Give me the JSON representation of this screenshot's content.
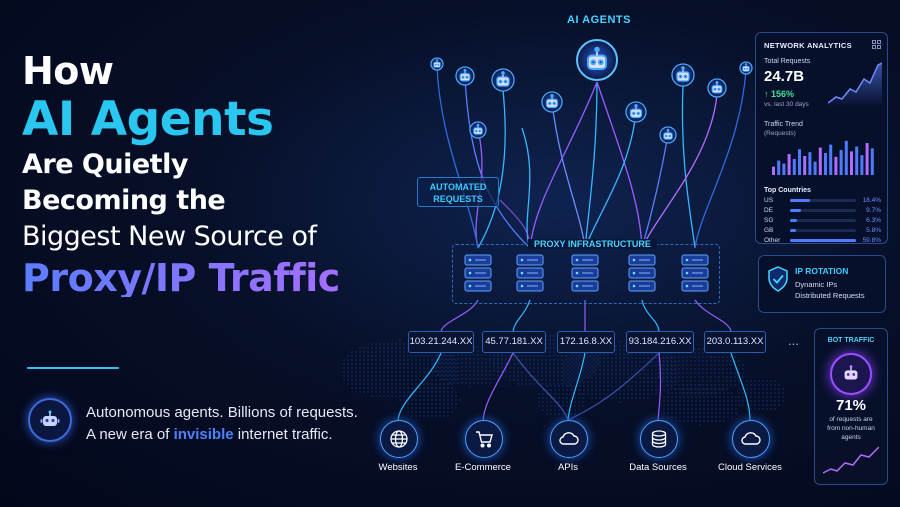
{
  "hero": {
    "line1": "How",
    "line2": "AI Agents",
    "line3": "Are Quietly",
    "line4": "Becoming the",
    "line5": "Biggest New Source of",
    "line6": "Proxy/IP Traffic"
  },
  "tagline": {
    "text1": "Autonomous agents. Billions of requests.",
    "text2_before": "A new era of ",
    "text2_highlight": "invisible",
    "text2_after": " internet traffic.",
    "icon": "robot-icon"
  },
  "diagram": {
    "agents_label": "AI AGENTS",
    "automated_line1": "AUTOMATED",
    "automated_line2": "REQUESTS",
    "proxy_label": "PROXY INFRASTRUCTURE",
    "ips": [
      "103.21.244.XX",
      "45.77.181.XX",
      "172.16.8.XX",
      "93.184.216.XX",
      "203.0.113.XX"
    ],
    "ips_more": "...",
    "destinations": [
      {
        "label": "Websites",
        "icon": "globe-icon"
      },
      {
        "label": "E-Commerce",
        "icon": "cart-icon"
      },
      {
        "label": "APIs",
        "icon": "cloud-icon"
      },
      {
        "label": "Data Sources",
        "icon": "database-icon"
      },
      {
        "label": "Cloud Services",
        "icon": "cloud-icon"
      }
    ]
  },
  "analytics": {
    "title": "NETWORK ANALYTICS",
    "total_label": "Total Requests",
    "total_value": "24.7B",
    "growth": "↑ 156%",
    "growth_note": "vs. last 30 days",
    "trend_title": "Traffic Trend",
    "trend_sub": "(Requests)",
    "trend_bars": [
      0.22,
      0.38,
      0.3,
      0.55,
      0.42,
      0.68,
      0.5,
      0.6,
      0.35,
      0.72,
      0.58,
      0.8,
      0.48,
      0.66,
      0.9,
      0.62,
      0.75,
      0.52,
      0.84,
      0.7
    ],
    "countries_title": "Top Countries",
    "countries": [
      {
        "code": "US",
        "value": "18.4%",
        "share": 0.184
      },
      {
        "code": "DE",
        "value": "9.7%",
        "share": 0.097
      },
      {
        "code": "SG",
        "value": "6.3%",
        "share": 0.063
      },
      {
        "code": "GB",
        "value": "5.8%",
        "share": 0.058
      },
      {
        "code": "Other",
        "value": "59.8%",
        "share": 0.598
      }
    ]
  },
  "ip_rotation": {
    "title": "IP ROTATION",
    "line1": "Dynamic IPs",
    "line2": "Distributed Requests",
    "icon": "shield-icon"
  },
  "bot_traffic": {
    "title": "BOT TRAFFIC",
    "percent": "71%",
    "line1": "of requests are",
    "line2": "from non-human",
    "line3": "agents",
    "icon": "robot-icon"
  },
  "colors": {
    "accent_cyan": "#29c6f0",
    "accent_purple": "#b46bff",
    "accent_blue": "#4a82ff",
    "growth_green": "#3ce19a"
  }
}
